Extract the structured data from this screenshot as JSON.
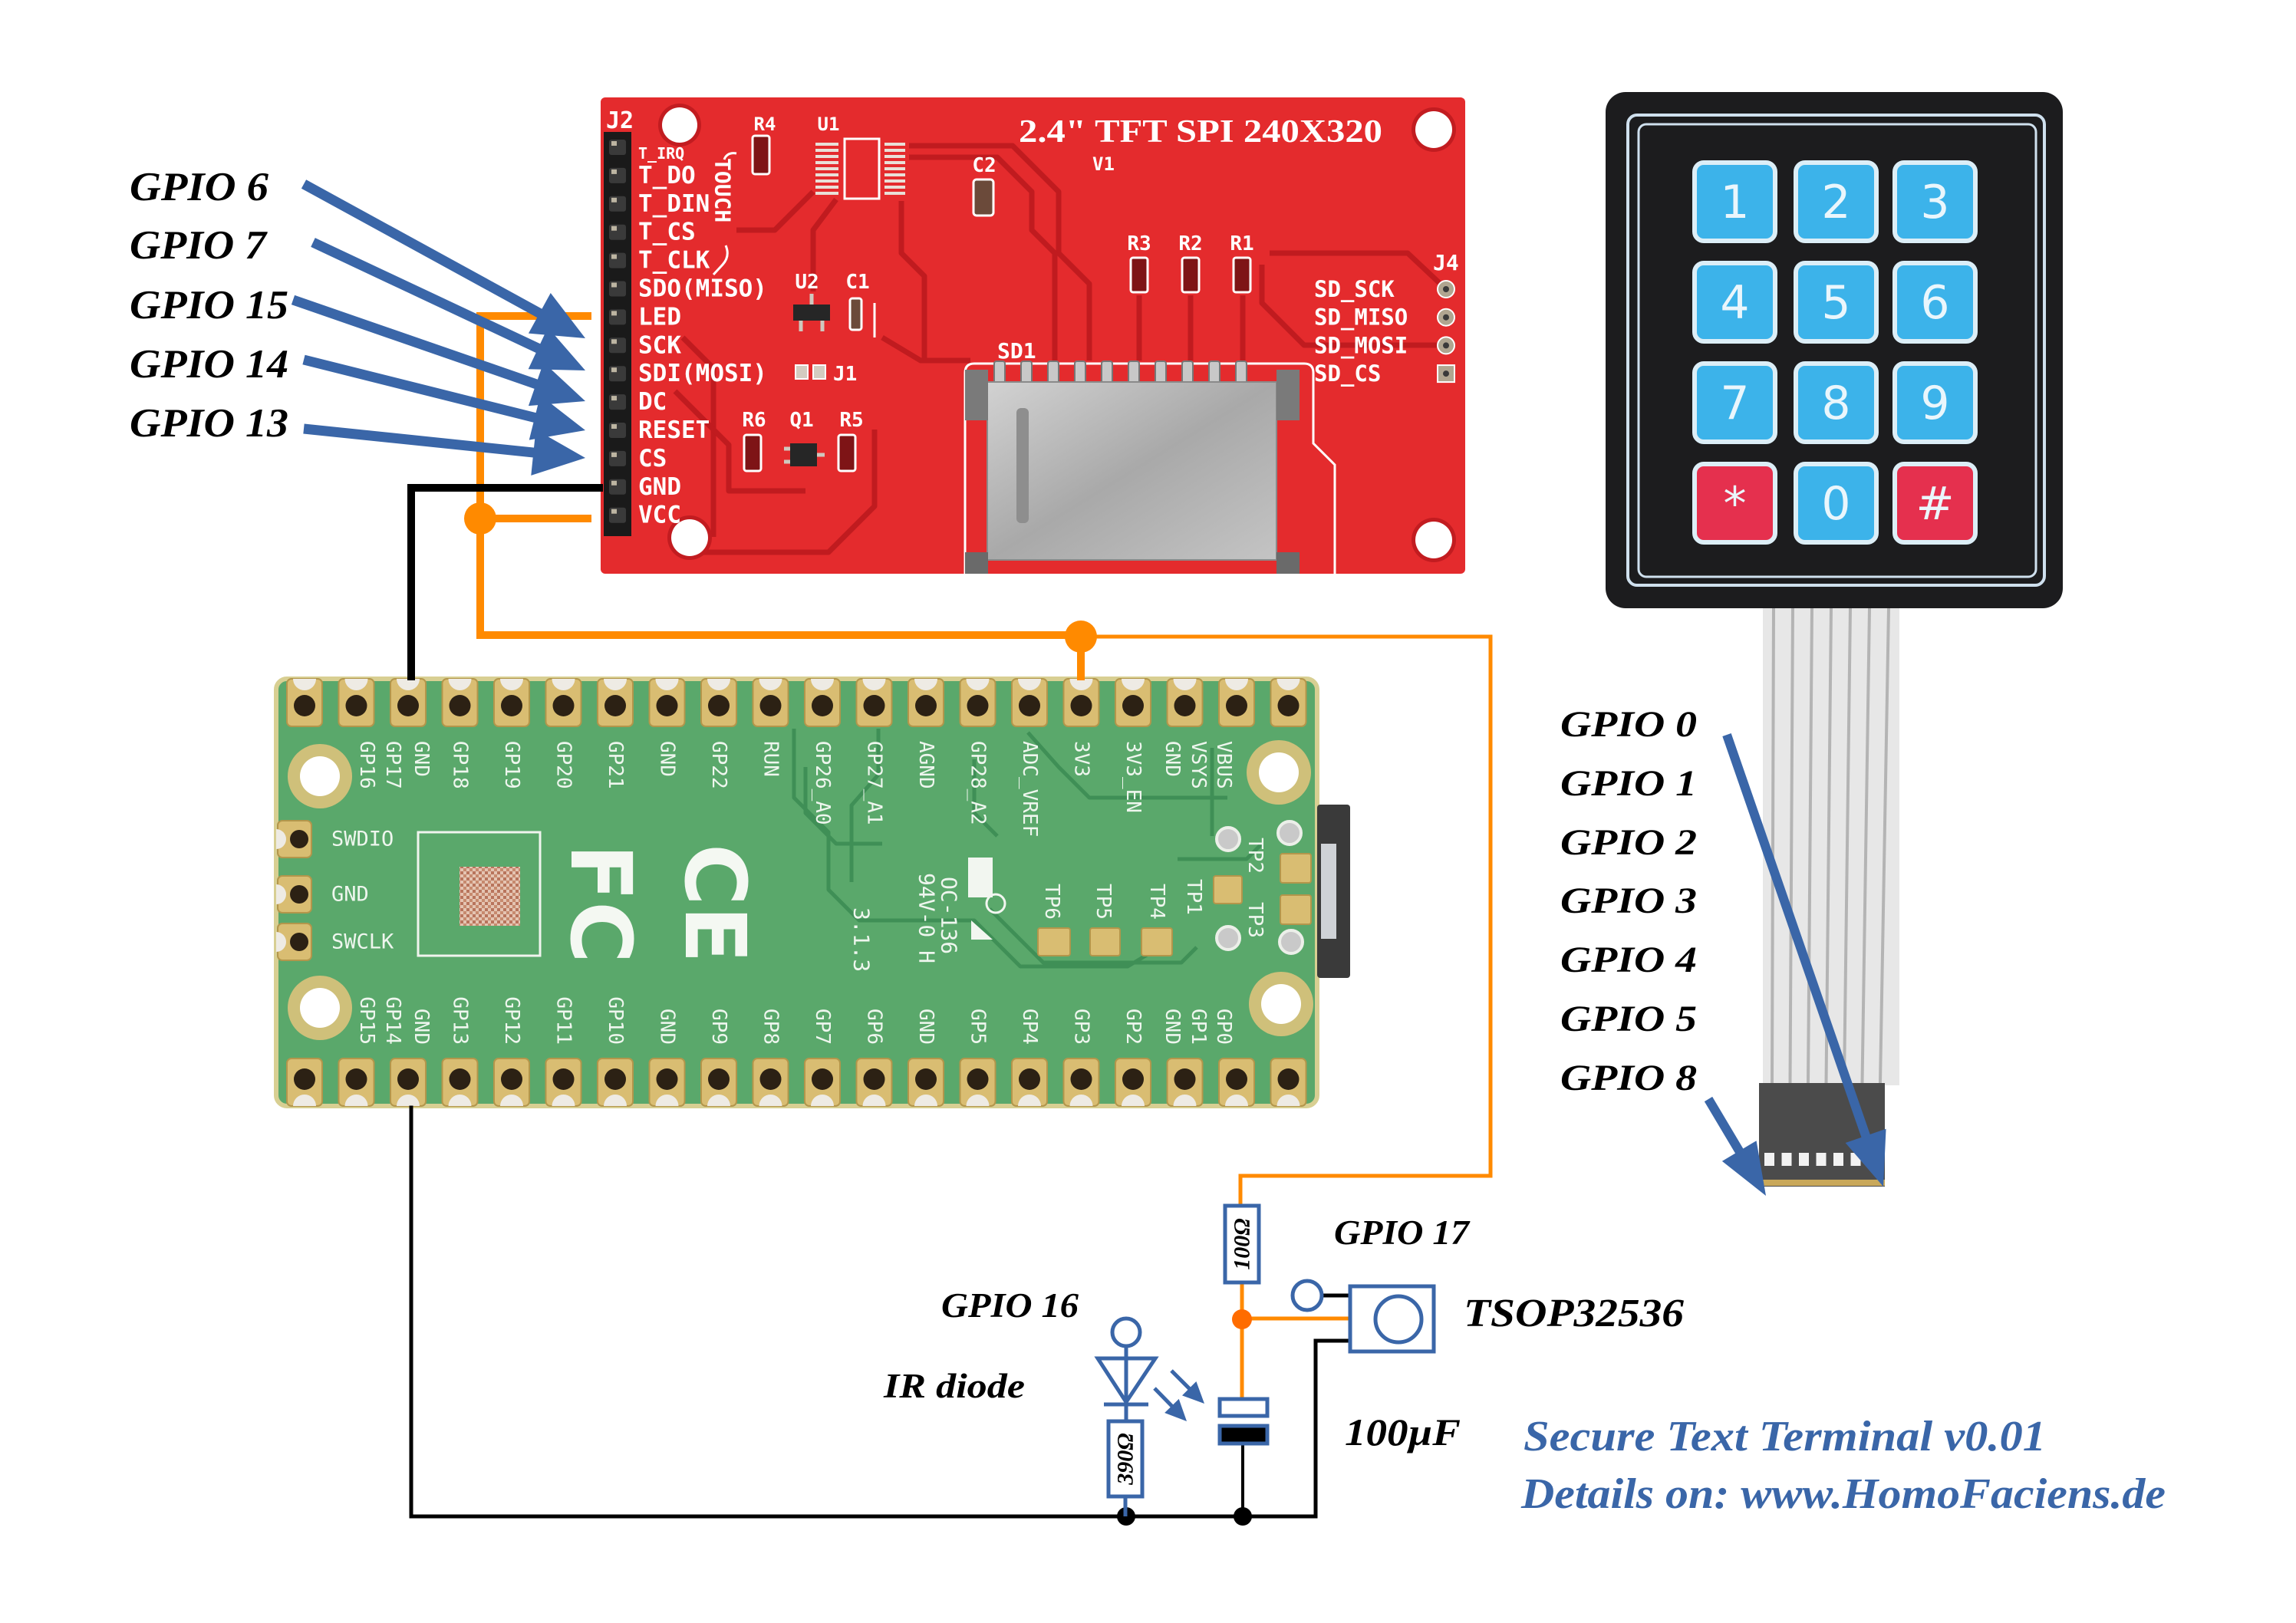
{
  "colors": {
    "wire_power": "#ff8a00",
    "wire_power_junction": "#ff6c00",
    "wire_ground": "#000000",
    "annotation_blue": "#3a66a8",
    "tft_board": "#e42b2d",
    "pico_board": "#5aa86b",
    "key_blue": "#3cb3ea",
    "key_red": "#e5304e"
  },
  "captions": {
    "title": "Secure Text Terminal v0.01",
    "details": "Details on: www.HomoFaciens.de"
  },
  "tft": {
    "title": "2.4\" TFT SPI 240X320",
    "revision": "V1",
    "header_ref": "J2",
    "touch_group": "TOUCH",
    "pins": [
      "T_IRQ",
      "T_DO",
      "T_DIN",
      "T_CS",
      "T_CLK",
      "SDO(MISO)",
      "LED",
      "SCK",
      "SDI(MOSI)",
      "DC",
      "RESET",
      "CS",
      "GND",
      "VCC"
    ],
    "sd_header_ref": "J4",
    "sd_pins": [
      "SD_SCK",
      "SD_MISO",
      "SD_MOSI",
      "SD_CS"
    ],
    "sd_slot_ref": "SD1",
    "parts": {
      "r4": "R4",
      "u1": "U1",
      "c2": "C2",
      "r3": "R3",
      "r2": "R2",
      "r1": "R1",
      "u2": "U2",
      "c1": "C1",
      "j1": "J1",
      "r6": "R6",
      "q1": "Q1",
      "r5": "R5"
    }
  },
  "tft_wiring": [
    {
      "gpio": "GPIO 6",
      "pin": "SCK"
    },
    {
      "gpio": "GPIO 7",
      "pin": "SDI(MOSI)"
    },
    {
      "gpio": "GPIO 15",
      "pin": "DC"
    },
    {
      "gpio": "GPIO 14",
      "pin": "RESET"
    },
    {
      "gpio": "GPIO 13",
      "pin": "CS"
    }
  ],
  "pico": {
    "top_pins": [
      "GP16",
      "GP17",
      "GND",
      "GP18",
      "GP19",
      "GP20",
      "GP21",
      "GND",
      "GP22",
      "RUN",
      "GP26_A0",
      "GP27_A1",
      "AGND",
      "GP28_A2",
      "ADC_VREF",
      "3V3",
      "3V3_EN",
      "GND",
      "VSYS",
      "VBUS"
    ],
    "bottom_pins": [
      "GP15",
      "GP14",
      "GND",
      "GP13",
      "GP12",
      "GP11",
      "GP10",
      "GND",
      "GP9",
      "GP8",
      "GP7",
      "GP6",
      "GND",
      "GP5",
      "GP4",
      "GP3",
      "GP2",
      "GND",
      "GP1",
      "GP0"
    ],
    "debug_pins": [
      "SWDIO",
      "GND",
      "SWCLK"
    ],
    "test_points": [
      "TP1",
      "TP2",
      "TP3",
      "TP4",
      "TP5",
      "TP6"
    ],
    "markings": {
      "fcc_logo": "FC",
      "ce_logo": "CE",
      "ul_code": "OC-136",
      "flammability": "94V-0 H",
      "date_code": "3.1.3"
    }
  },
  "keypad": {
    "keys": [
      {
        "label": "1",
        "tone": "blue"
      },
      {
        "label": "2",
        "tone": "blue"
      },
      {
        "label": "3",
        "tone": "blue"
      },
      {
        "label": "4",
        "tone": "blue"
      },
      {
        "label": "5",
        "tone": "blue"
      },
      {
        "label": "6",
        "tone": "blue"
      },
      {
        "label": "7",
        "tone": "blue"
      },
      {
        "label": "8",
        "tone": "blue"
      },
      {
        "label": "9",
        "tone": "blue"
      },
      {
        "label": "*",
        "tone": "red"
      },
      {
        "label": "0",
        "tone": "blue"
      },
      {
        "label": "#",
        "tone": "red"
      }
    ],
    "wiring": [
      "GPIO 0",
      "GPIO 1",
      "GPIO 2",
      "GPIO 3",
      "GPIO 4",
      "GPIO 5",
      "GPIO 8"
    ]
  },
  "ir_circuit": {
    "receiver_gpio": "GPIO 17",
    "receiver_name": "TSOP32536",
    "supply_resistor": "100Ω",
    "led_gpio": "GPIO 16",
    "led_name": "IR diode",
    "led_resistor": "390Ω",
    "capacitor": "100µF"
  }
}
